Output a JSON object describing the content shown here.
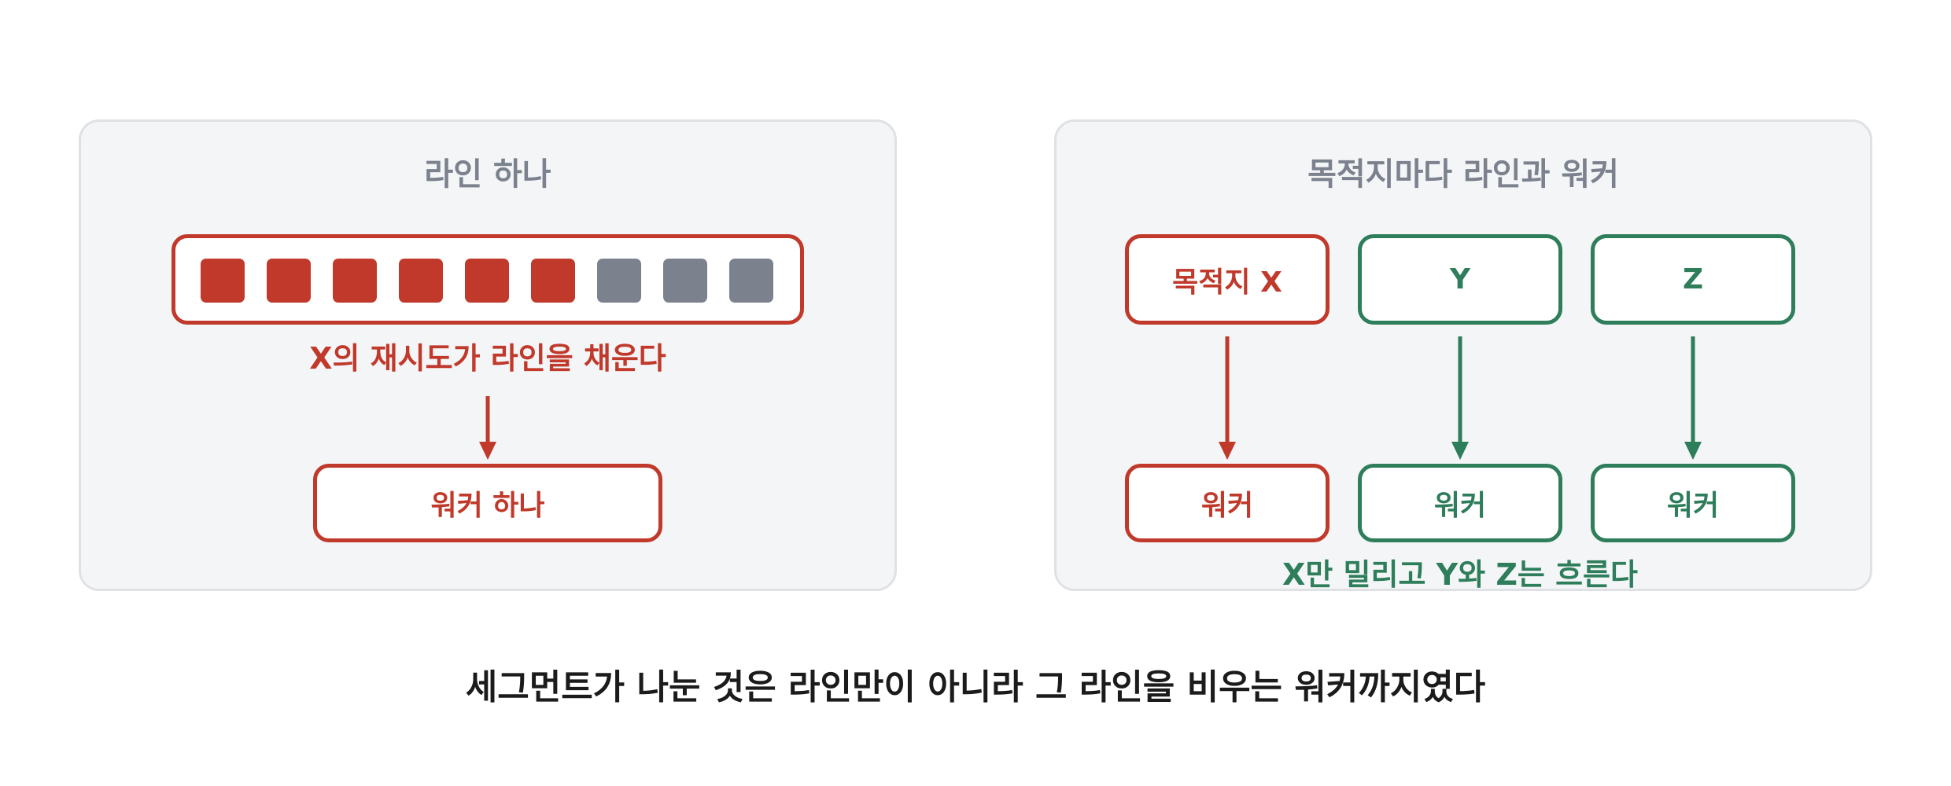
{
  "colors": {
    "red": "#c0392b",
    "green": "#2e7d5b",
    "gray": "#7b828e",
    "panel_bg": "#f4f5f7"
  },
  "left_panel": {
    "title": "라인 하나",
    "lane_slots": [
      "filled",
      "filled",
      "filled",
      "filled",
      "filled",
      "filled",
      "empty",
      "empty",
      "empty"
    ],
    "caption": "X의 재시도가 라인을 채운다",
    "worker": "워커 하나"
  },
  "right_panel": {
    "title": "목적지마다 라인과 워커",
    "destinations": [
      {
        "label": "목적지 X",
        "color": "red"
      },
      {
        "label": "Y",
        "color": "green"
      },
      {
        "label": "Z",
        "color": "green"
      }
    ],
    "workers": [
      {
        "label": "워커",
        "color": "red"
      },
      {
        "label": "워커",
        "color": "green"
      },
      {
        "label": "워커",
        "color": "green"
      }
    ],
    "caption": "X만 밀리고 Y와 Z는 흐른다"
  },
  "footer": "세그먼트가 나눈 것은 라인만이 아니라 그 라인을 비우는 워커까지였다"
}
